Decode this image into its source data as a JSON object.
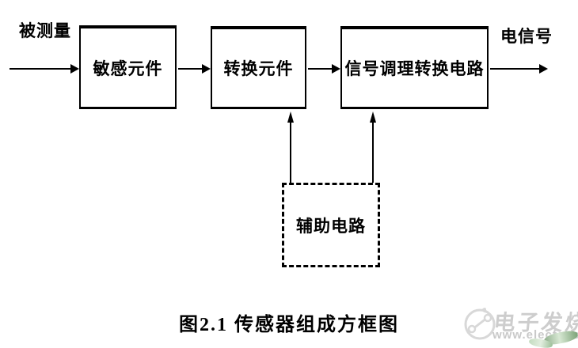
{
  "diagram": {
    "input_label": "被测量",
    "output_label": "电信号",
    "boxes": [
      {
        "label": "敏感元件"
      },
      {
        "label": "转换元件"
      },
      {
        "label": "信号调理转换电路"
      }
    ],
    "aux_label": "辅助电路",
    "caption": "图2.1  传感器组成方框图",
    "line_color": "#000000"
  },
  "watermark": {
    "brand": "电子发烧友",
    "url": "www.elecfans.com",
    "logo_icon": "elecfans-circuit-logo",
    "leaf_icon": "leaf",
    "colors": {
      "text": "#cdcdcd",
      "logo": "#d8d8d8",
      "leaf_dark": "#7ba377",
      "leaf_light": "#d8e8d4"
    }
  }
}
